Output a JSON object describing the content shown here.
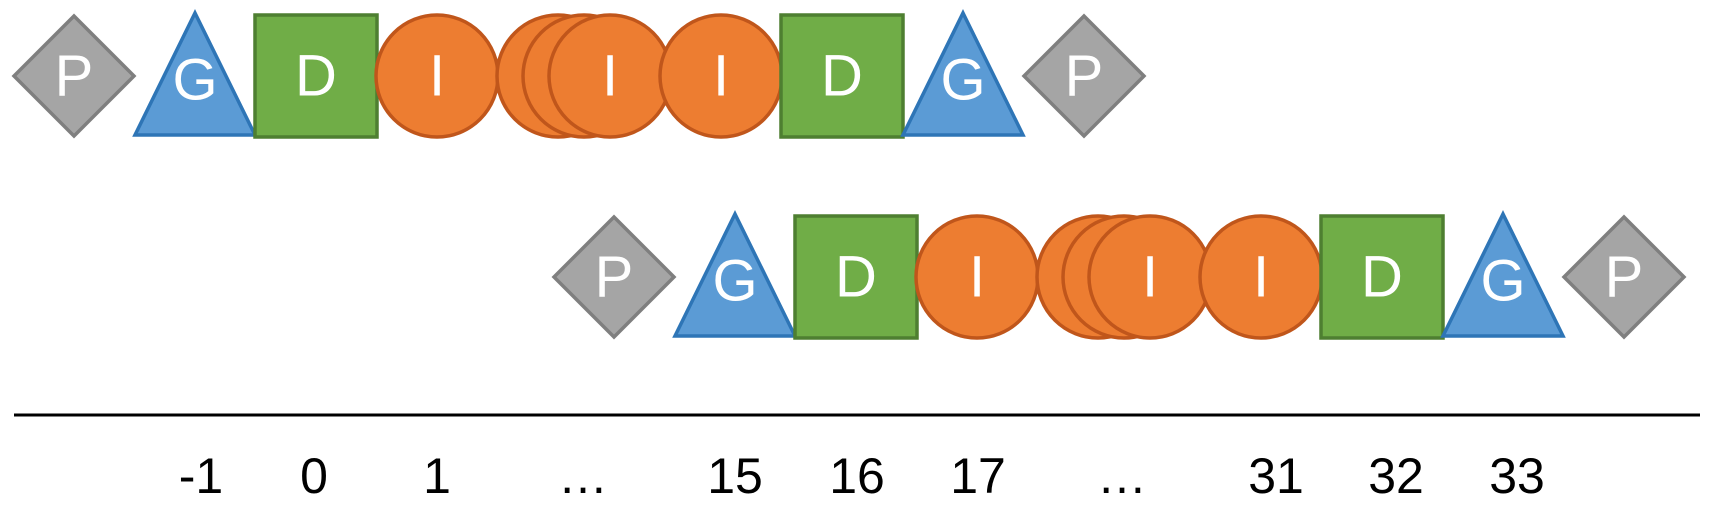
{
  "colors": {
    "P": {
      "fill": "#a5a5a5",
      "stroke": "#7f7f7f"
    },
    "G": {
      "fill": "#5b9bd5",
      "stroke": "#2e75b6"
    },
    "D": {
      "fill": "#70ad47",
      "stroke": "#4e7f31"
    },
    "I": {
      "fill": "#ed7d31",
      "stroke": "#c0561b"
    },
    "axis": "#000000"
  },
  "sequences": [
    {
      "items": [
        {
          "kind": "diamond",
          "label": "P"
        },
        {
          "kind": "triangle",
          "label": "G"
        },
        {
          "kind": "square",
          "label": "D"
        },
        {
          "kind": "circle",
          "label": "I"
        },
        {
          "kind": "circle-stack",
          "label": "I",
          "count": 3
        },
        {
          "kind": "circle",
          "label": "I"
        },
        {
          "kind": "square",
          "label": "D"
        },
        {
          "kind": "triangle",
          "label": "G"
        },
        {
          "kind": "diamond",
          "label": "P"
        }
      ]
    },
    {
      "items": [
        {
          "kind": "diamond",
          "label": "P"
        },
        {
          "kind": "triangle",
          "label": "G"
        },
        {
          "kind": "square",
          "label": "D"
        },
        {
          "kind": "circle",
          "label": "I"
        },
        {
          "kind": "circle-stack",
          "label": "I",
          "count": 3
        },
        {
          "kind": "circle",
          "label": "I"
        },
        {
          "kind": "square",
          "label": "D"
        },
        {
          "kind": "triangle",
          "label": "G"
        },
        {
          "kind": "diamond",
          "label": "P"
        }
      ]
    }
  ],
  "axis_ticks": [
    "-1",
    "0",
    "1",
    "…",
    "15",
    "16",
    "17",
    "…",
    "31",
    "32",
    "33"
  ]
}
